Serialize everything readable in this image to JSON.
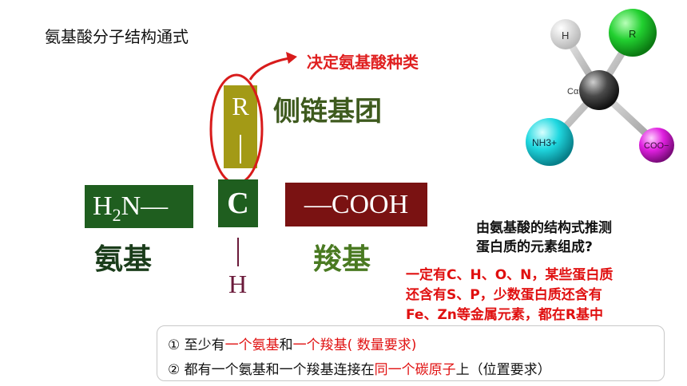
{
  "title": "氨基酸分子结构通式",
  "structure": {
    "r_group": "R",
    "side_chain_label": "侧链基团",
    "annotation": "决定氨基酸种类",
    "amino_formula_pre": "H",
    "amino_formula_sub": "2",
    "amino_formula_post": "N—",
    "carbon": "C",
    "carboxyl_formula": "—COOH",
    "hydrogen": "H",
    "amino_label": "氨基",
    "carboxyl_label": "羧基"
  },
  "model": {
    "h_label": "H",
    "r_label": "R",
    "c_label": "Cα",
    "nh3_label": "NH3+",
    "coo_label": "COO−"
  },
  "question": {
    "line1": "由氨基酸的结构式推测",
    "line2": "蛋白质的元素组成?"
  },
  "answer": {
    "line1": "一定有C、H、O、N，某些蛋白质",
    "line2": "还含有S、P，少数蛋白质还含有",
    "line3": "Fe、Zn等金属元素，都在R基中"
  },
  "requirements": {
    "r1_num": "①",
    "r1_a": "至少有",
    "r1_b": "一个氨基",
    "r1_c": "和",
    "r1_d": "一个羧基",
    "r1_e": "( 数量要求)",
    "r2_num": "②",
    "r2_a": "都有一个氨基和一个羧基连接在",
    "r2_b": "同一个碳原子",
    "r2_c": "上（位置要求）"
  },
  "colors": {
    "r_box": "#a39a16",
    "green_box": "#1f5e1f",
    "cooh_box": "#7a1212",
    "red_text": "#e02020"
  }
}
